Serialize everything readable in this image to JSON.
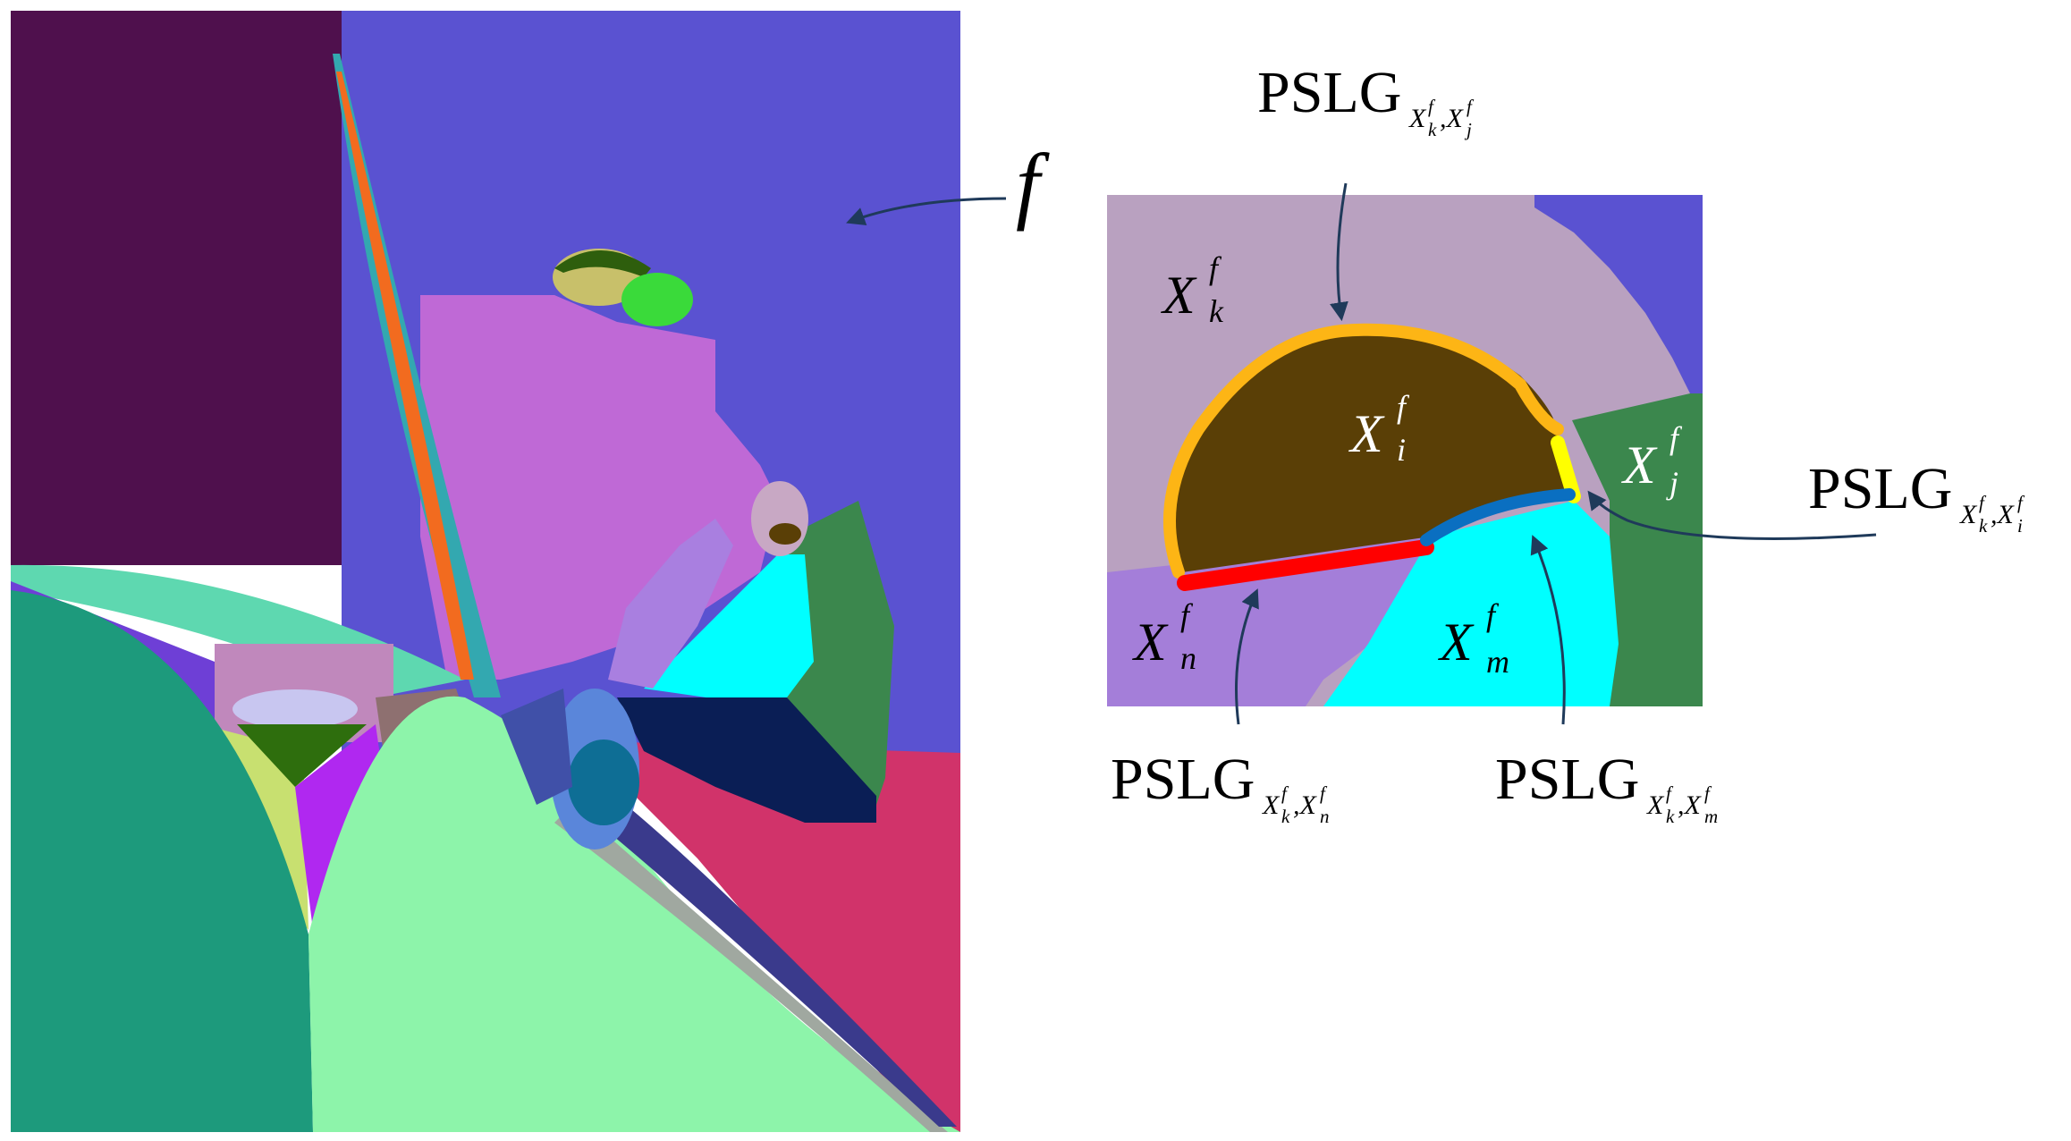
{
  "figure": {
    "field_label": "f",
    "pslg_text": "PSLG",
    "colors": {
      "background": "#ffffff",
      "arrow": "#1f3a5a",
      "edge_ki": "#FDB515",
      "edge_ij": "#FFFF00",
      "edge_in": "#FF0000",
      "edge_im": "#0A6FC1"
    }
  },
  "inset": {
    "regions": [
      {
        "key": "k",
        "base": "X",
        "sup": "f",
        "sub": "k",
        "color": "#B9A1C0"
      },
      {
        "key": "i",
        "base": "X",
        "sup": "f",
        "sub": "i",
        "color": "#5A3F06"
      },
      {
        "key": "j",
        "base": "X",
        "sup": "f",
        "sub": "j",
        "color": "#3B874D"
      },
      {
        "key": "n",
        "base": "X",
        "sup": "f",
        "sub": "n",
        "color": "#A47ED9"
      },
      {
        "key": "m",
        "base": "X",
        "sup": "f",
        "sub": "m",
        "color": "#00FFFF"
      }
    ]
  },
  "callouts": [
    {
      "key": "top",
      "text": "PSLG",
      "sub1": "k",
      "sub2": "j"
    },
    {
      "key": "right",
      "text": "PSLG",
      "sub1": "k",
      "sub2": "i"
    },
    {
      "key": "left",
      "text": "PSLG",
      "sub1": "k",
      "sub2": "n"
    },
    {
      "key": "bottom",
      "text": "PSLG",
      "sub1": "k",
      "sub2": "m"
    }
  ]
}
